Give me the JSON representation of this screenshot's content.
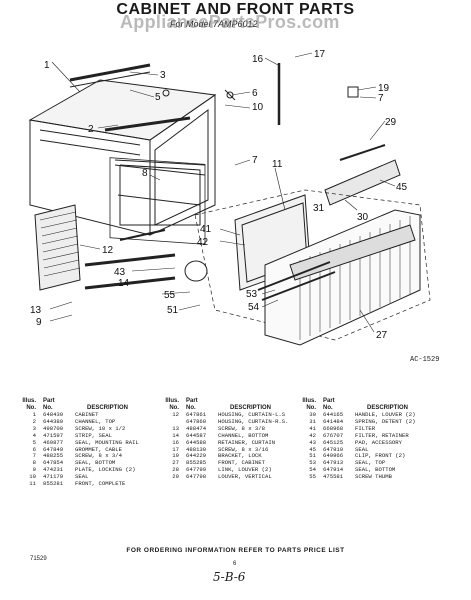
{
  "header": {
    "title": "CABINET AND FRONT PARTS",
    "subtitle": "For Model 7AMP6012",
    "watermark": "AppliancePartsPros.com"
  },
  "diagram": {
    "drawing_ref": "AC-1529",
    "callouts": [
      "1",
      "3",
      "5",
      "2",
      "8",
      "6",
      "7",
      "10",
      "16",
      "17",
      "19",
      "7",
      "11",
      "29",
      "45",
      "30",
      "31",
      "12",
      "41",
      "42",
      "43",
      "14",
      "13",
      "9",
      "55",
      "51",
      "53",
      "54",
      "27"
    ]
  },
  "parts_table": {
    "columns": [
      {
        "illus": "Illus.",
        "part": "Part",
        "no": "No.",
        "desc": "DESCRIPTION"
      },
      {
        "illus": "Illus.",
        "part": "Part",
        "no": "No.",
        "desc": "DESCRIPTION"
      },
      {
        "illus": "Illus.",
        "part": "Part",
        "no": "No.",
        "desc": "DESCRIPTION"
      }
    ],
    "col1": [
      [
        "1",
        "648430",
        "CABINET"
      ],
      [
        "2",
        "644380",
        "CHANNEL, TOP"
      ],
      [
        "3",
        "498700",
        "SCREW, 10 x 1/2"
      ],
      [
        "4",
        "471597",
        "STRIP, SEAL"
      ],
      [
        "5",
        "469877",
        "SEAL, MOUNTING RAIL"
      ],
      [
        "6",
        "647849",
        "GROMMET, CABLE"
      ],
      [
        "7",
        "488255",
        "SCREW, 8 x 3/4"
      ],
      [
        "8",
        "647854",
        "SEAL, BOTTOM"
      ],
      [
        "9",
        "474231",
        "PLATE, LOCKING (2)"
      ],
      [
        "10",
        "471179",
        "SEAL"
      ],
      [
        "11",
        "855281",
        "FRONT, COMPLETE"
      ]
    ],
    "col2": [
      [
        "12",
        "647861",
        "HOUSING, CURTAIN-L.S"
      ],
      [
        "",
        "647860",
        "HOUSING, CURTAIN-R.S."
      ],
      [
        "13",
        "488474",
        "SCREW, 8 x 3/8"
      ],
      [
        "14",
        "644587",
        "CHANNEL, BOTTOM"
      ],
      [
        "16",
        "644588",
        "RETAINER, CURTAIN"
      ],
      [
        "17",
        "488130",
        "SCREW, 8 x 3/16"
      ],
      [
        "19",
        "644229",
        "BRACKET, LOCK"
      ],
      [
        "27",
        "855285",
        "FRONT, CABINET"
      ],
      [
        "28",
        "647799",
        "LINK, LOUVER (2)"
      ],
      [
        "29",
        "647798",
        "LOUVER, VERTICAL"
      ]
    ],
    "col3": [
      [
        "30",
        "644165",
        "HANDLE, LOUVER (2)"
      ],
      [
        "31",
        "641484",
        "SPRING, DETENT (2)"
      ],
      [
        "41",
        "668968",
        "FILTER"
      ],
      [
        "42",
        "676707",
        "FILTER, RETAINER"
      ],
      [
        "43",
        "645125",
        "PAD, ACCESSORY"
      ],
      [
        "45",
        "647919",
        "SEAL"
      ],
      [
        "51",
        "649966",
        "CLIP, FRONT (2)"
      ],
      [
        "53",
        "647913",
        "SEAL, TOP"
      ],
      [
        "54",
        "647914",
        "SEAL, BOTTOM"
      ],
      [
        "55",
        "475581",
        "SCREW THUMB"
      ]
    ]
  },
  "footer": {
    "notice": "FOR ORDERING INFORMATION REFER TO PARTS PRICE LIST",
    "page": "6",
    "form_ref": "71529",
    "handwritten": "5-B-6"
  }
}
